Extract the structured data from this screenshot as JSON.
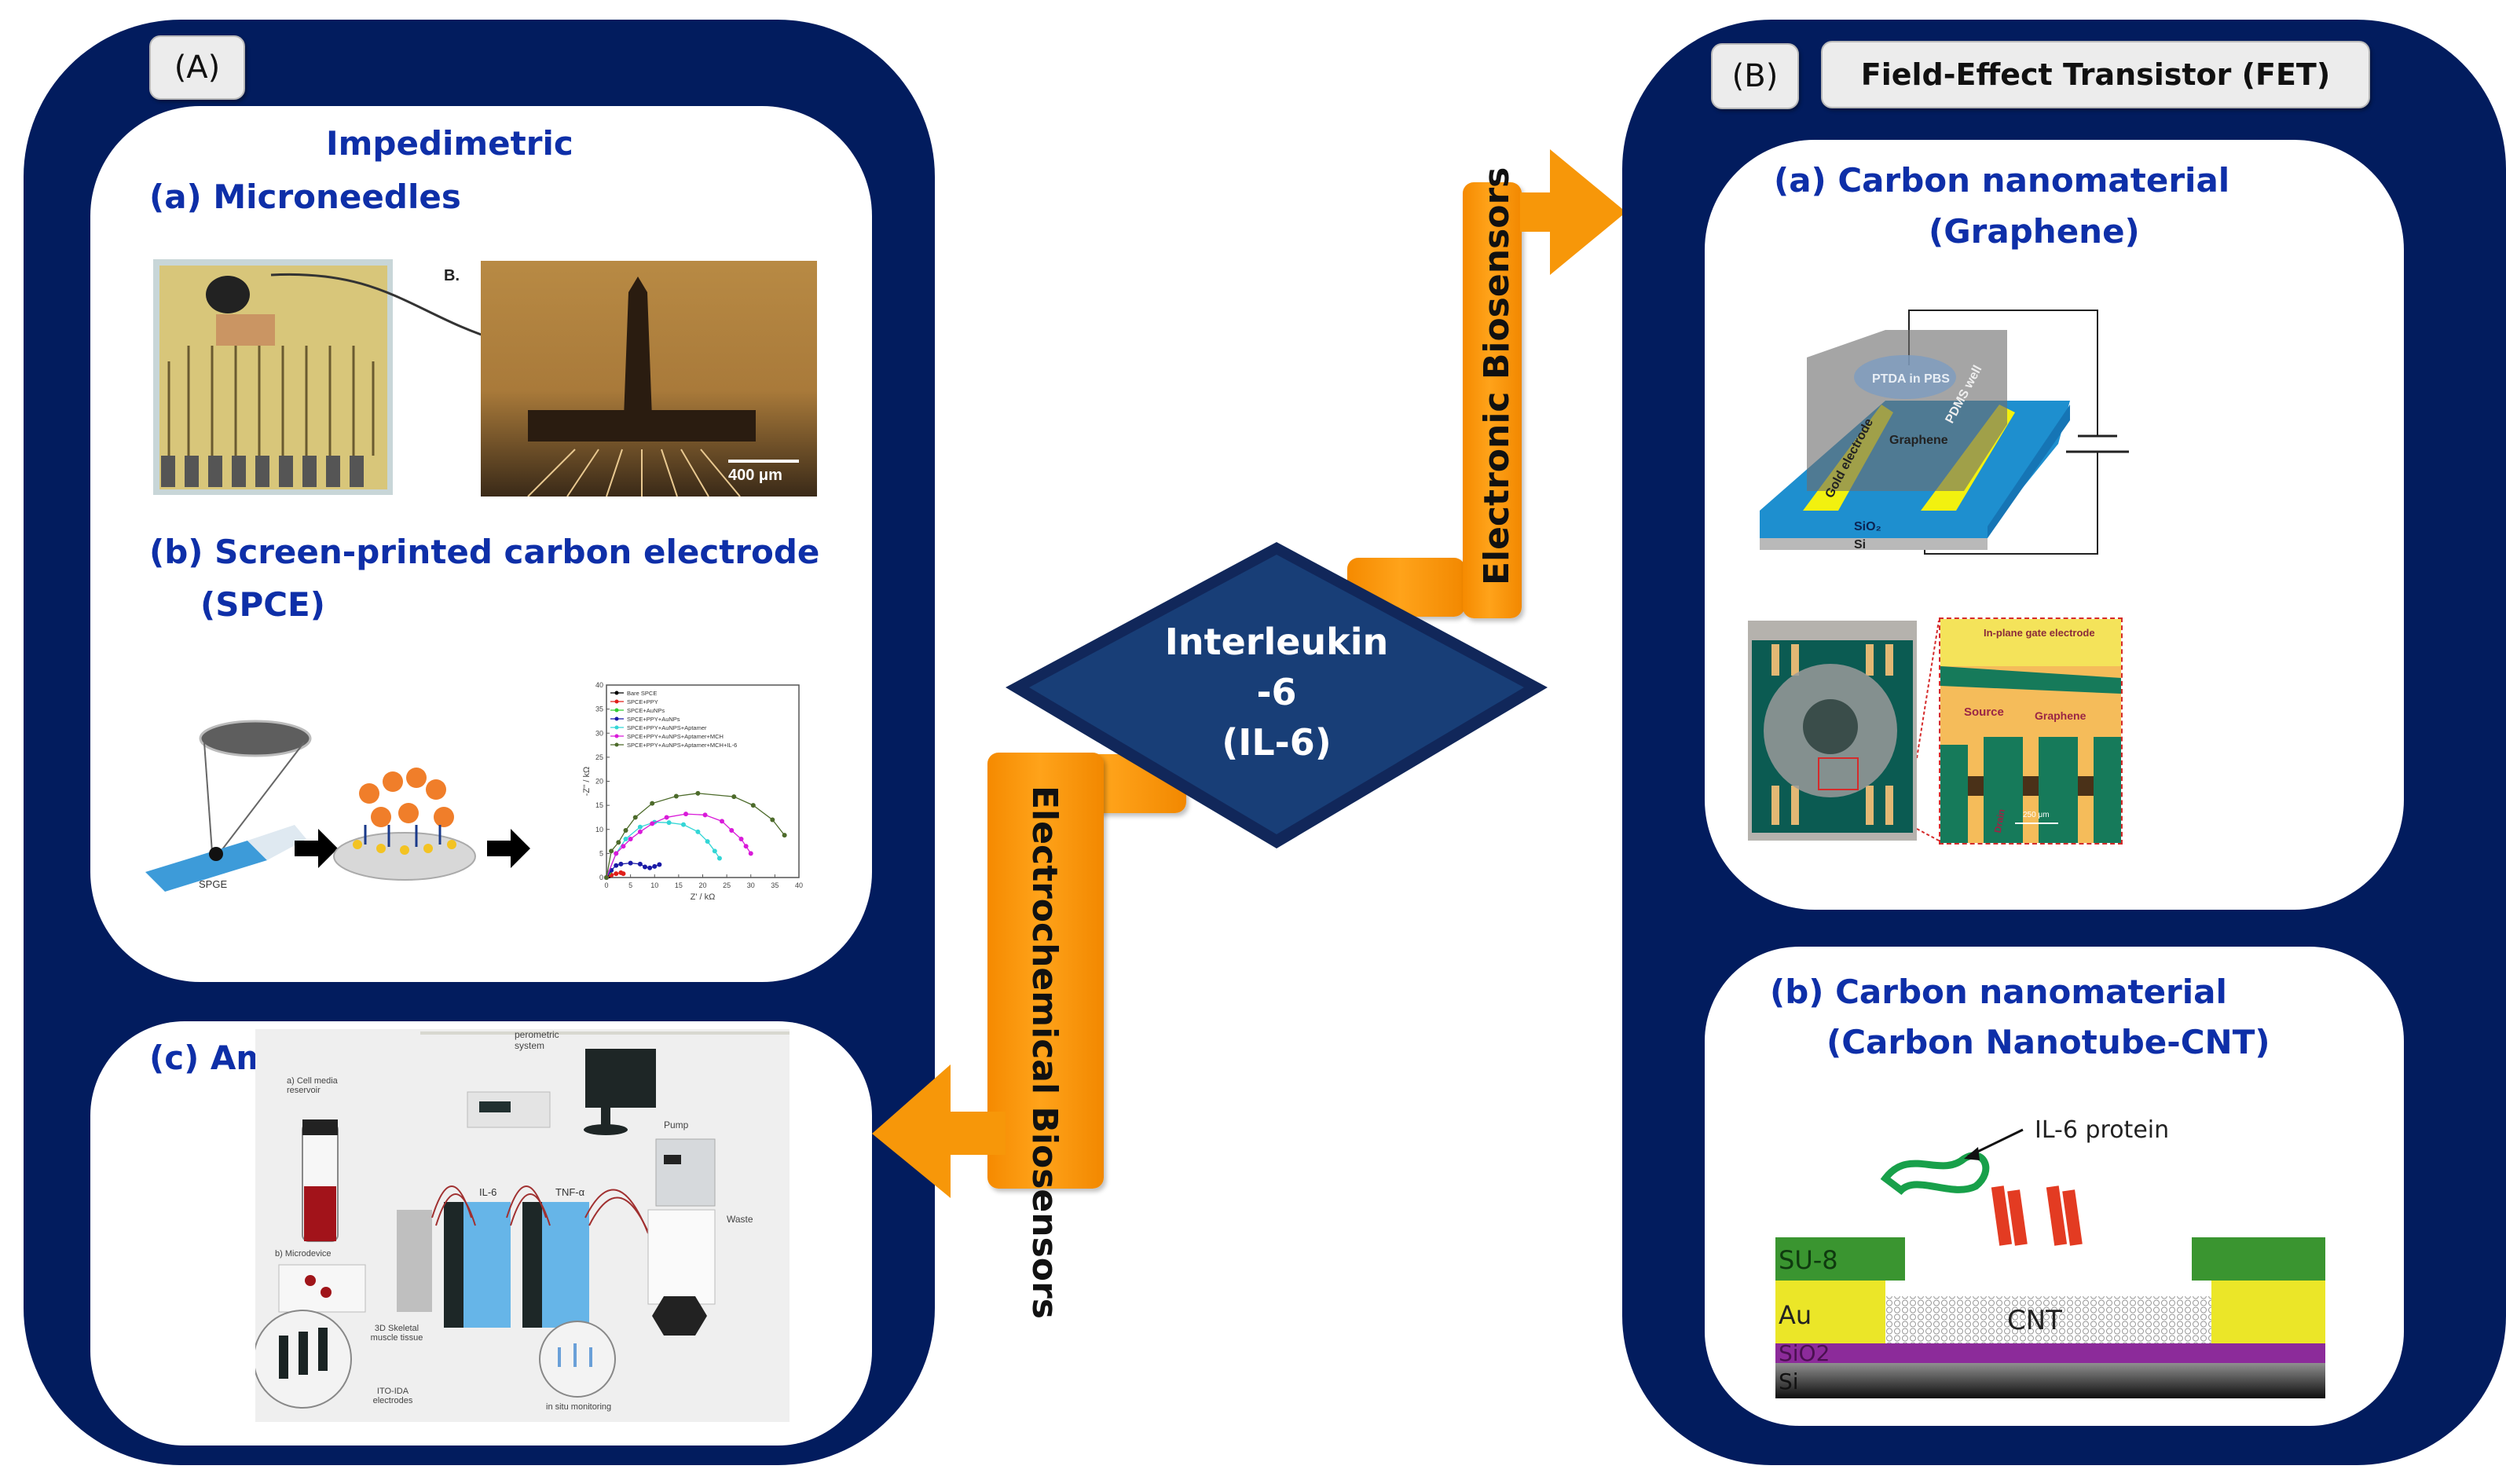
{
  "center": {
    "line1": "Interleukin",
    "line2": "-6",
    "line3": "(IL-6)"
  },
  "arrows": {
    "electronic": "Electronic Biosensors",
    "electrochemical": "Electrochemical Biosensors"
  },
  "panelA": {
    "tag": "(A)",
    "impedimetric_heading": "Impedimetric",
    "microneedles_title": "(a) Microneedles",
    "microneedle_photo_label": "B.",
    "scale_bar": "400 μm",
    "spce_title_line1": "(b) Screen-printed  carbon  electrode",
    "spce_title_line2": "(SPCE)",
    "spce_strip_label": "SPGE",
    "amperometric_title": "(c) Amperometric",
    "amperometric_labels": {
      "system": "perometric system",
      "reservoir": "a) Cell media reservoir",
      "microdevice": "b) Microdevice",
      "il6": "IL-6",
      "tnf": "TNF-α",
      "pump": "Pump",
      "waste": "Waste",
      "tissue": "3D Skeletal muscle tissue",
      "electrodes": "ITO-IDA electrodes",
      "monitoring": "in situ monitoring"
    }
  },
  "panelB": {
    "tag": "(B)",
    "header": "Field-Effect Transistor  (FET)",
    "a_title_line1": "(a)  Carbon nanomaterial",
    "a_title_line2": "(Graphene)",
    "fet_labels": {
      "ptda": "PTDA in PBS",
      "pdms": "PDMS well",
      "gold": "Gold electrode",
      "graphene": "Graphene",
      "sio2": "SiO₂",
      "si": "Si"
    },
    "photo_labels": {
      "gate": "In-plane gate electrode",
      "source": "Source",
      "graphene": "Graphene",
      "drain": "Drain",
      "scale": "250 μm"
    },
    "b_title_line1": "(b)   Carbon nanomaterial",
    "b_title_line2": "(Carbon Nanotube-CNT)",
    "cnt_labels": {
      "protein": "IL-6 protein",
      "su8": "SU-8",
      "au": "Au",
      "cnt": "CNT",
      "sio2": "SiO2",
      "si": "Si"
    }
  },
  "chart_data": {
    "type": "scatter",
    "title": "",
    "xlabel": "Z' / kΩ",
    "ylabel": "-Z'' / kΩ",
    "xlim": [
      0,
      40
    ],
    "ylim": [
      0,
      40
    ],
    "xticks": [
      0,
      5,
      10,
      15,
      20,
      25,
      30,
      35,
      40
    ],
    "yticks": [
      0,
      5,
      10,
      15,
      20,
      25,
      30,
      35,
      40
    ],
    "legend_position": "top-left",
    "series": [
      {
        "name": "Bare SPCE",
        "color": "#000000",
        "x": [
          0,
          0.5,
          1
        ],
        "y": [
          0,
          0.3,
          0.5
        ]
      },
      {
        "name": "SPCE+PPY",
        "color": "#e0201b",
        "x": [
          0,
          1,
          2,
          3,
          3.5
        ],
        "y": [
          0,
          0.5,
          0.8,
          1,
          0.8
        ]
      },
      {
        "name": "SPCE+AuNPs",
        "color": "#33cc33",
        "x": [
          0,
          0.5,
          1
        ],
        "y": [
          0,
          1,
          1.5
        ]
      },
      {
        "name": "SPCE+PPY+AuNPs",
        "color": "#1a1aa6",
        "x": [
          0,
          1,
          2,
          3,
          5,
          7,
          8,
          9,
          10,
          11
        ],
        "y": [
          0,
          1.5,
          2.5,
          2.8,
          3,
          2.8,
          2.2,
          2,
          2.3,
          2.7
        ]
      },
      {
        "name": "SPCE+PPY+AuNPS+Aptamer",
        "color": "#33d6d6",
        "x": [
          0,
          2,
          4,
          7,
          10,
          13,
          16,
          19,
          21,
          22.5,
          23.5
        ],
        "y": [
          0,
          5,
          8,
          10.5,
          11.5,
          11.4,
          11,
          9.5,
          7.5,
          5.5,
          4
        ]
      },
      {
        "name": "SPCE+PPY+AuNPS+Aptamer+MCH",
        "color": "#d91ad9",
        "x": [
          0,
          2,
          3.5,
          5,
          7,
          9.5,
          12.5,
          16.5,
          20.5,
          24,
          26,
          28,
          29,
          30
        ],
        "y": [
          0,
          5,
          6.5,
          8,
          9.5,
          11.2,
          12.5,
          13.2,
          13,
          11.7,
          9.8,
          8,
          6.5,
          5
        ]
      },
      {
        "name": "SPCE+PPY+AuNPS+Aptamer+MCH+IL-6",
        "color": "#4d6b2b",
        "x": [
          0,
          1,
          2.5,
          4,
          6,
          9.5,
          14.5,
          19,
          26.5,
          30.5,
          34.5,
          37
        ],
        "y": [
          0,
          5.5,
          7.3,
          9.8,
          12.5,
          15.4,
          16.9,
          17.5,
          16.8,
          15,
          12,
          8.8
        ]
      }
    ]
  }
}
